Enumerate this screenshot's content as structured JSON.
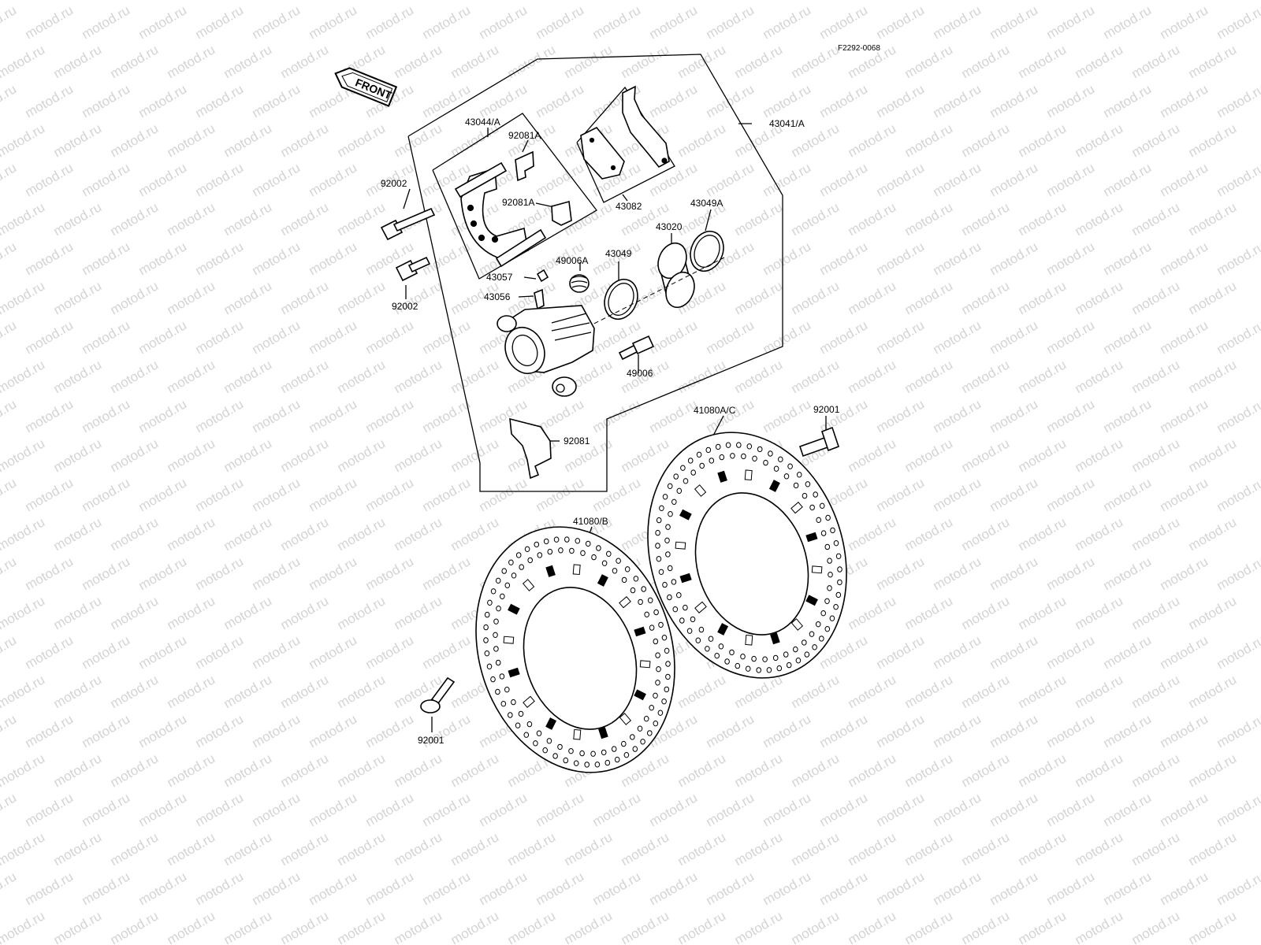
{
  "figure_code": "F2292-0068",
  "front_label": "FRONT",
  "watermark": "motod.ru",
  "callouts": {
    "c43041A": "43041/A",
    "c43044A": "43044/A",
    "c92081A_top": "92081A",
    "c92081A_mid": "92081A",
    "c92002_top": "92002",
    "c92002_bottom": "92002",
    "c43082": "43082",
    "c43049A": "43049A",
    "c43020": "43020",
    "c49006A": "49006A",
    "c43049": "43049",
    "c43057": "43057",
    "c43056": "43056",
    "c49006": "49006",
    "c92081": "92081",
    "c41080AC": "41080A/C",
    "c92001_top": "92001",
    "c41080B": "41080/B",
    "c92001_bottom": "92001"
  }
}
